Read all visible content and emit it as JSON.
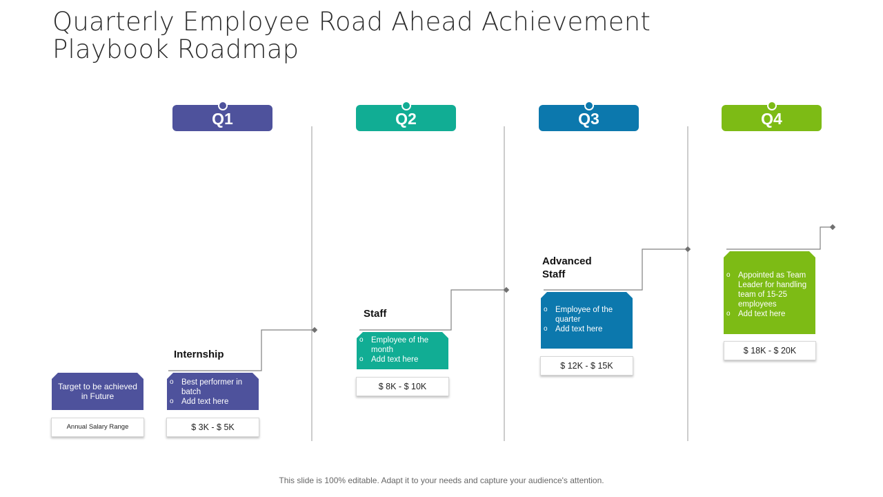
{
  "title": {
    "line1": "Quarterly Employee Road Ahead Achievement",
    "line2": "Playbook Roadmap"
  },
  "colors": {
    "q1": "#4e529c",
    "q2": "#11ad94",
    "q3": "#0c78ad",
    "q4": "#7dbb15",
    "line": "#9a9a9a",
    "connector": "#808080"
  },
  "quarters": [
    {
      "label": "Q1"
    },
    {
      "label": "Q2"
    },
    {
      "label": "Q3"
    },
    {
      "label": "Q4"
    }
  ],
  "legend": {
    "target_text": "Target to be achieved in Future",
    "salary_label": "Annual Salary Range"
  },
  "stages": [
    {
      "name": "Internship",
      "items": [
        "Best performer in batch",
        "Add text here"
      ],
      "salary": "$ 3K - $ 5K"
    },
    {
      "name": "Staff",
      "items": [
        "Employee of the month",
        "Add text here"
      ],
      "salary": "$ 8K - $ 10K"
    },
    {
      "name": "Advanced Staff",
      "items": [
        "Employee of the quarter",
        "Add text here"
      ],
      "salary": "$ 12K - $ 15K"
    },
    {
      "name": "",
      "items": [
        "Appointed as Team Leader for handling team of 15-25 employees",
        "Add text here"
      ],
      "salary": "$ 18K - $ 20K"
    }
  ],
  "footer": "This slide is 100% editable. Adapt it to your needs and capture your audience's attention."
}
